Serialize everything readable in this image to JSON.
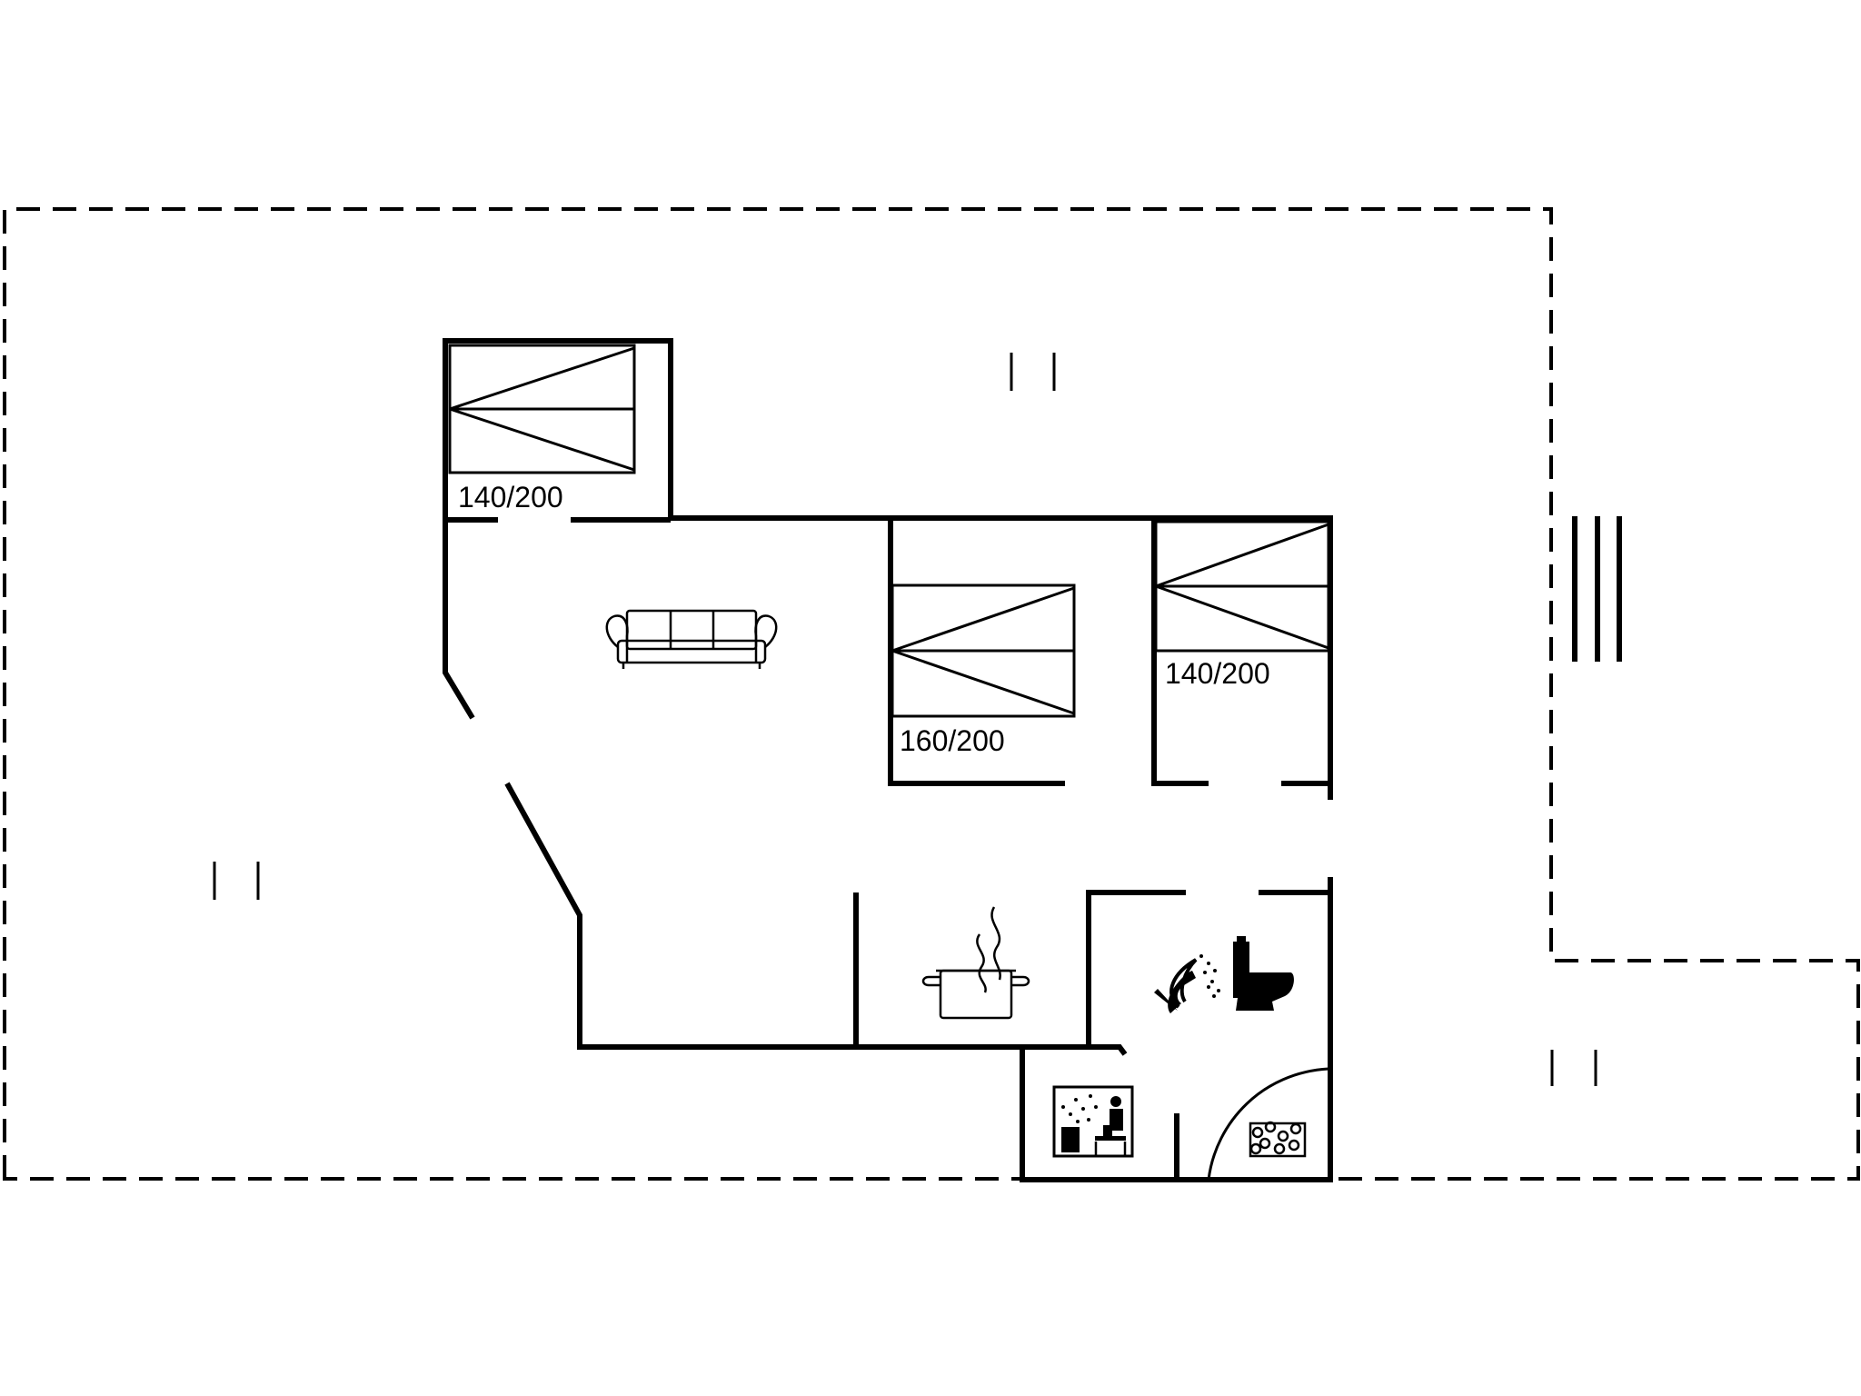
{
  "beds": [
    {
      "id": "bedroom-north",
      "label": "140/200"
    },
    {
      "id": "bedroom-middle",
      "label": "160/200"
    },
    {
      "id": "bedroom-east",
      "label": "140/200"
    }
  ],
  "icons": {
    "sofa": "sofa-icon",
    "cooking_pot": "cooking-pot-icon",
    "shower": "shower-icon",
    "toilet": "toilet-icon",
    "sauna": "sauna-icon",
    "whirlpool": "whirlpool-icon"
  }
}
